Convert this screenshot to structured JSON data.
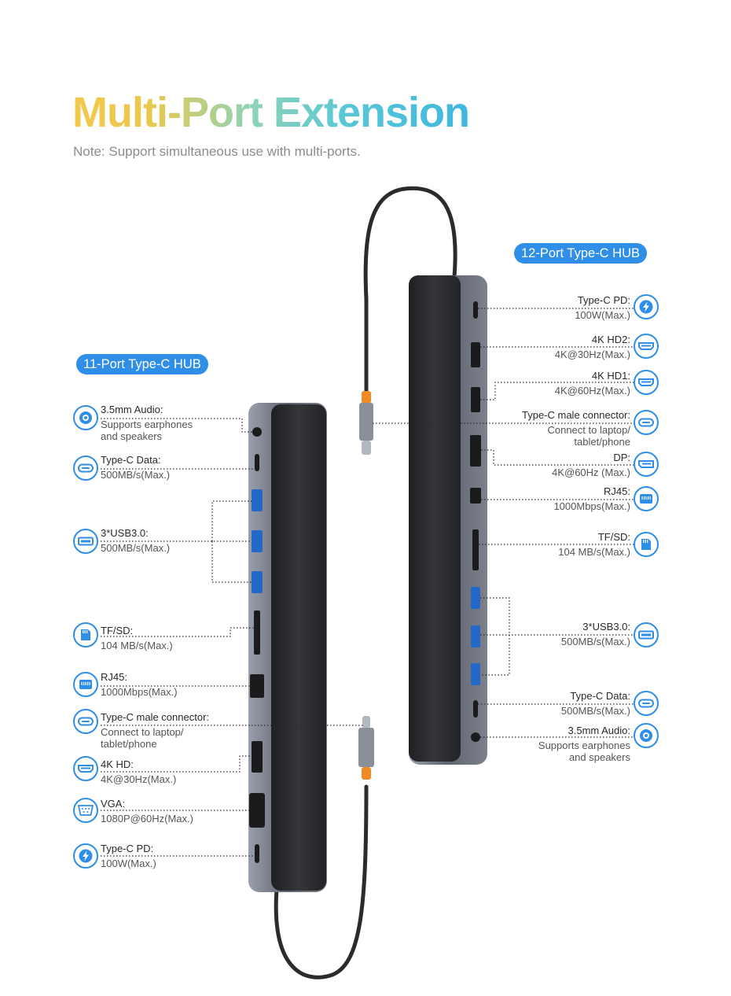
{
  "title": "Multi-Port Extension",
  "note": "Note: Support simultaneous use with multi-ports.",
  "colors": {
    "accent": "#2f8ee8",
    "title_gradient": [
      "#f2c94c",
      "#8fd3b8",
      "#3fb7e0"
    ],
    "hub_body": "#2b2c2f",
    "hub_frame": "#6f7480"
  },
  "hub11": {
    "badge": "11-Port Type-C HUB",
    "ports": [
      {
        "icon": "audio-icon",
        "title": "3.5mm Audio:",
        "value": "Supports earphones",
        "value2": "and speakers"
      },
      {
        "icon": "type-c-icon",
        "title": "Type-C Data:",
        "value": "500MB/s(Max.)"
      },
      {
        "icon": "usb-icon",
        "title": "3*USB3.0:",
        "value": "500MB/s(Max.)"
      },
      {
        "icon": "sd-card-icon",
        "title": "TF/SD:",
        "value": "104 MB/s(Max.)"
      },
      {
        "icon": "ethernet-icon",
        "title": "RJ45:",
        "value": "1000Mbps(Max.)"
      },
      {
        "icon": "type-c-icon",
        "title": "Type-C male connector:",
        "value": "Connect to laptop/",
        "value2": "tablet/phone"
      },
      {
        "icon": "hdmi-icon",
        "title": "4K HD:",
        "value": "4K@30Hz(Max.)"
      },
      {
        "icon": "vga-icon",
        "title": "VGA:",
        "value": "1080P@60Hz(Max.)"
      },
      {
        "icon": "lightning-icon",
        "title": "Type-C PD:",
        "value": "100W(Max.)"
      }
    ]
  },
  "hub12": {
    "badge": "12-Port Type-C HUB",
    "ports": [
      {
        "icon": "lightning-icon",
        "title": "Type-C PD:",
        "value": "100W(Max.)"
      },
      {
        "icon": "hdmi-icon",
        "title": "4K HD2:",
        "value": "4K@30Hz(Max.)"
      },
      {
        "icon": "hdmi-icon",
        "title": "4K HD1:",
        "value": "4K@60Hz(Max.)"
      },
      {
        "icon": "type-c-icon",
        "title": "Type-C male connector:",
        "value": "Connect to laptop/",
        "value2": "tablet/phone"
      },
      {
        "icon": "displayport-icon",
        "title": "DP:",
        "value": "4K@60Hz (Max.)"
      },
      {
        "icon": "ethernet-icon",
        "title": "RJ45:",
        "value": "1000Mbps(Max.)"
      },
      {
        "icon": "sd-card-icon",
        "title": "TF/SD:",
        "value": "104 MB/s(Max.)"
      },
      {
        "icon": "usb-icon",
        "title": "3*USB3.0:",
        "value": "500MB/s(Max.)"
      },
      {
        "icon": "type-c-icon",
        "title": "Type-C Data:",
        "value": "500MB/s(Max.)"
      },
      {
        "icon": "audio-icon",
        "title": "3.5mm Audio:",
        "value": "Supports earphones",
        "value2": "and speakers"
      }
    ]
  }
}
